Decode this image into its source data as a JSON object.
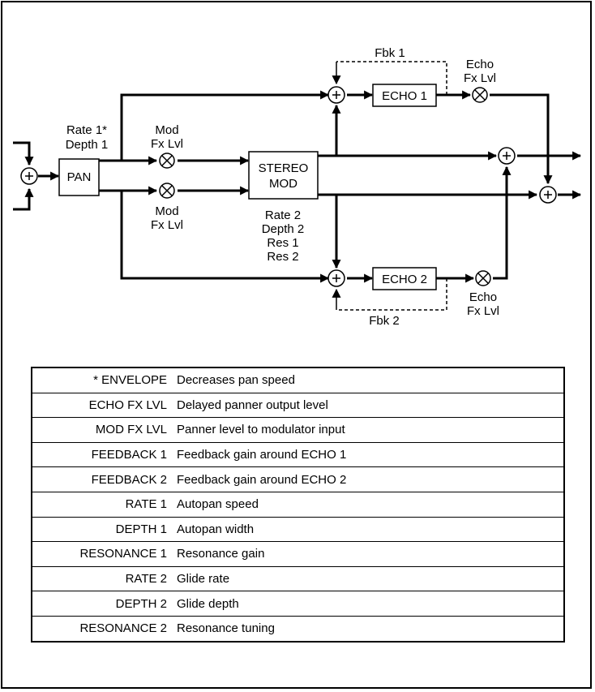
{
  "diagram": {
    "blocks": {
      "pan": "PAN",
      "stereo_mod_line1": "STEREO",
      "stereo_mod_line2": "MOD",
      "echo1": "ECHO 1",
      "echo2": "ECHO 2"
    },
    "labels": {
      "rate1": "Rate 1*",
      "depth1": "Depth 1",
      "mod_top_1": "Mod",
      "mod_top_2": "Fx Lvl",
      "mod_bot_1": "Mod",
      "mod_bot_2": "Fx Lvl",
      "stereo_params": [
        "Rate 2",
        "Depth 2",
        "Res 1",
        "Res 2"
      ],
      "fbk1": "Fbk 1",
      "fbk2": "Fbk 2",
      "echo_top_1": "Echo",
      "echo_top_2": "Fx Lvl",
      "echo_bot_1": "Echo",
      "echo_bot_2": "Fx Lvl"
    }
  },
  "parameters": [
    {
      "name": "* ENVELOPE",
      "description": "Decreases pan speed"
    },
    {
      "name": "ECHO FX LVL",
      "description": "Delayed panner output level"
    },
    {
      "name": "MOD FX LVL",
      "description": "Panner level to modulator input"
    },
    {
      "name": "FEEDBACK 1",
      "description": "Feedback gain around ECHO 1"
    },
    {
      "name": "FEEDBACK 2",
      "description": "Feedback gain around ECHO 2"
    },
    {
      "name": "RATE 1",
      "description": "Autopan speed"
    },
    {
      "name": "DEPTH 1",
      "description": "Autopan width"
    },
    {
      "name": "RESONANCE 1",
      "description": "Resonance gain"
    },
    {
      "name": "RATE 2",
      "description": "Glide rate"
    },
    {
      "name": "DEPTH 2",
      "description": "Glide depth"
    },
    {
      "name": "RESONANCE 2",
      "description": "Resonance tuning"
    }
  ]
}
